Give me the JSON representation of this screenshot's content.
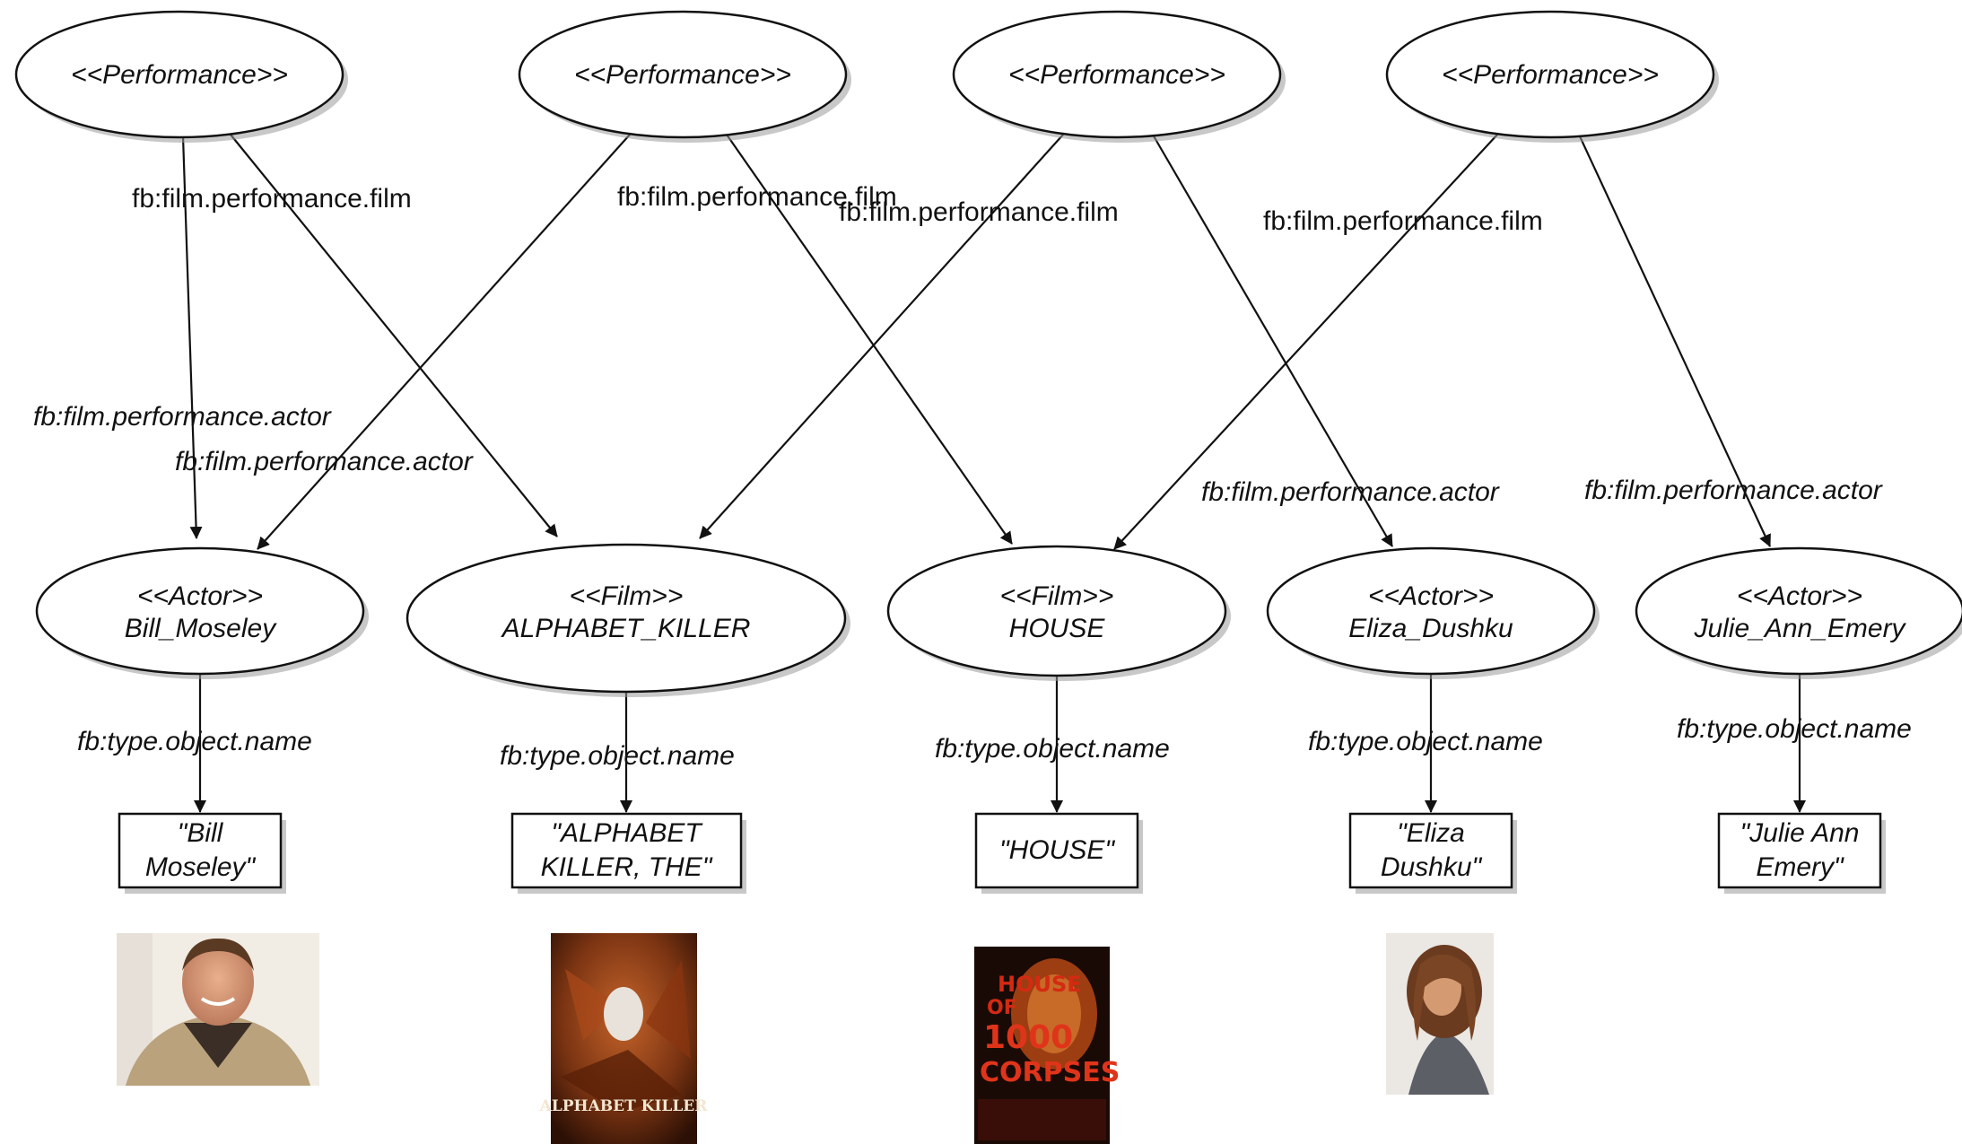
{
  "performances": [
    {
      "label": "<<Performance>>"
    },
    {
      "label": "<<Performance>>"
    },
    {
      "label": "<<Performance>>"
    },
    {
      "label": "<<Performance>>"
    }
  ],
  "entities": [
    {
      "stereotype": "<<Actor>>",
      "name": "Bill_Moseley"
    },
    {
      "stereotype": "<<Film>>",
      "name": "ALPHABET_KILLER"
    },
    {
      "stereotype": "<<Film>>",
      "name": "HOUSE"
    },
    {
      "stereotype": "<<Actor>>",
      "name": "Eliza_Dushku"
    },
    {
      "stereotype": "<<Actor>>",
      "name": "Julie_Ann_Emery"
    }
  ],
  "literals": [
    {
      "lines": [
        "\"Bill",
        "Moseley\""
      ]
    },
    {
      "lines": [
        "\"ALPHABET",
        "KILLER, THE\""
      ]
    },
    {
      "lines": [
        "\"HOUSE\""
      ]
    },
    {
      "lines": [
        "\"Eliza",
        "Dushku\""
      ]
    },
    {
      "lines": [
        "\"Julie Ann",
        "Emery\""
      ]
    }
  ],
  "edge_labels": {
    "film_1": "fb:film.performance.film",
    "film_2": "fb:film.performance.film",
    "film_3": "fb:film.performance.film",
    "film_4": "fb:film.performance.film",
    "actor_1": "fb:film.performance.actor",
    "actor_2": "fb:film.performance.actor",
    "actor_3": "fb:film.performance.actor",
    "actor_4": "fb:film.performance.actor",
    "name_1": "fb:type.object.name",
    "name_2": "fb:type.object.name",
    "name_3": "fb:type.object.name",
    "name_4": "fb:type.object.name",
    "name_5": "fb:type.object.name"
  },
  "posters": {
    "alphabet_killer": "ALPHABET KILLER",
    "house": [
      "HOUSE",
      "OF",
      "1000",
      "CORPSES"
    ]
  }
}
